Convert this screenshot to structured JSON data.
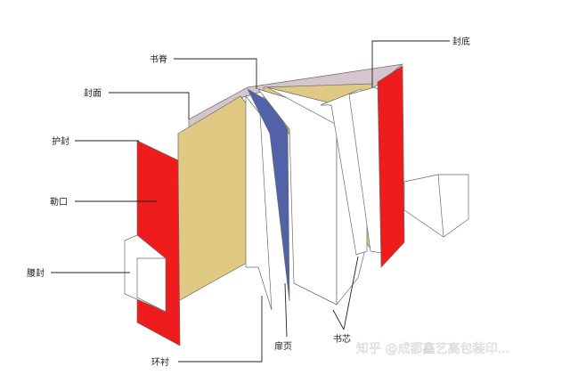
{
  "labels": {
    "shuji": "书脊",
    "fengmian": "封面",
    "hufeng": "护封",
    "lekou": "勒口",
    "yaofeng": "腰封",
    "fengdi": "封底",
    "huanchen": "环衬",
    "feiye": "扉页",
    "shuxin": "书芯"
  },
  "watermark": "知乎 @成都鑫艺高包装印...",
  "colors": {
    "jacket_red": "#ee1c1c",
    "cover_tan": "#dfc983",
    "spine_mauve": "#d4c6cc",
    "flyleaf_blue": "#5262a8",
    "paper": "#ffffff",
    "outline": "#6b6b6b"
  }
}
